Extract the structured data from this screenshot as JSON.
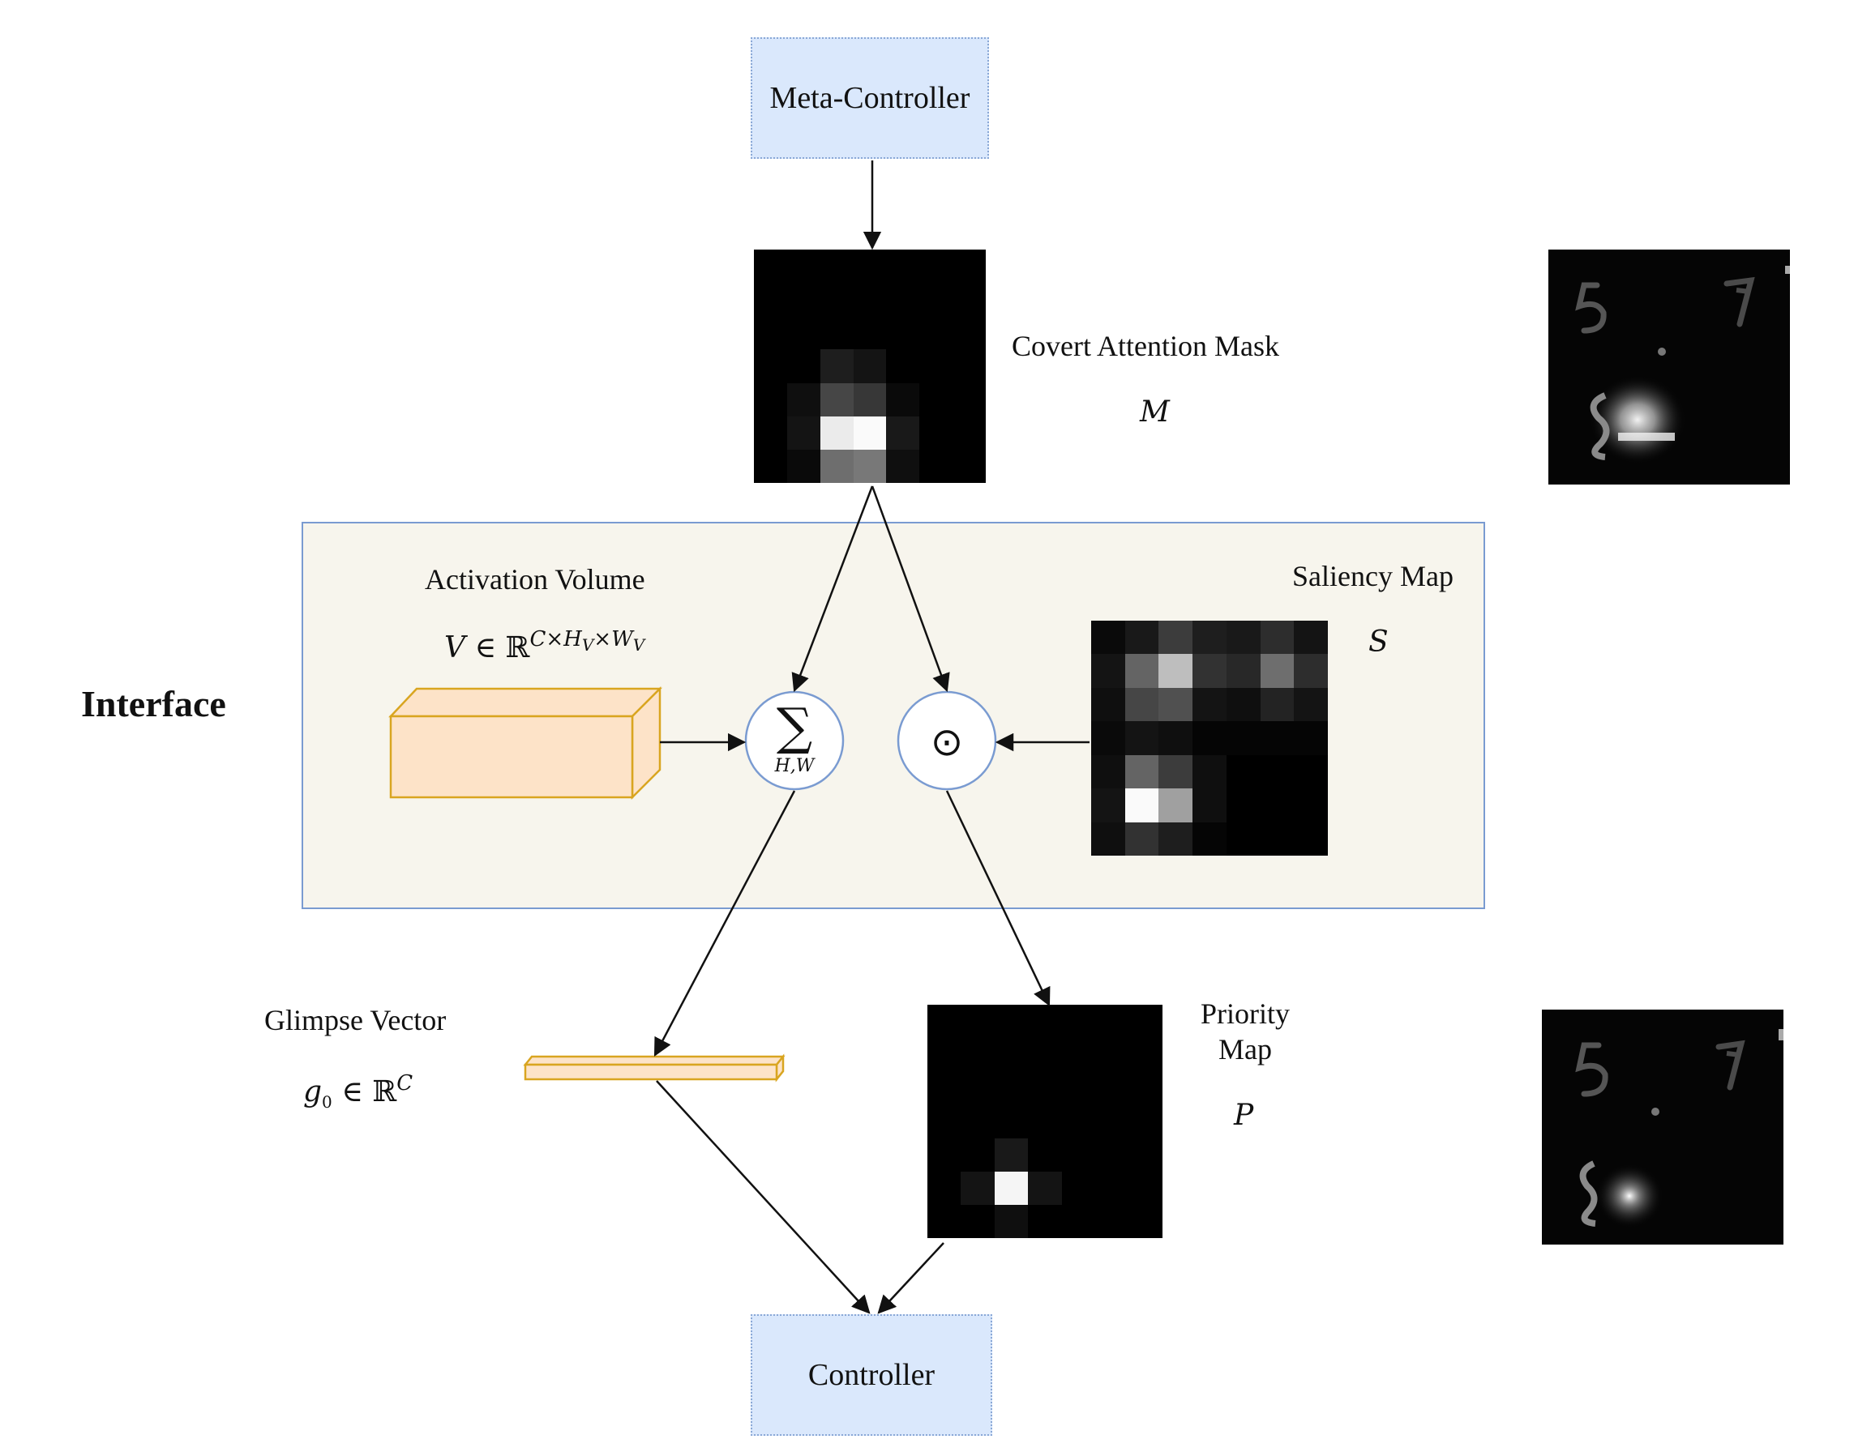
{
  "diagram": {
    "meta_controller": "Meta-Controller",
    "controller": "Controller",
    "interface_title": "Interface",
    "covert_mask": {
      "title": "Covert Attention Mask",
      "symbol": "M"
    },
    "saliency": {
      "title": "Saliency Map",
      "symbol": "S"
    },
    "activation": {
      "title": "Activation Volume",
      "expr_var": "V",
      "expr_rel": "∈ ℝ",
      "expr_sup": "C×H",
      "expr_sub1": "V",
      "expr_x": "×W",
      "expr_sub2": "V"
    },
    "glimpse": {
      "title": "Glimpse Vector",
      "expr_var": "g",
      "expr_sub": "0",
      "expr_rel": "∈ ℝ",
      "expr_sup": "C"
    },
    "priority": {
      "title_line1": "Priority",
      "title_line2": "Map",
      "symbol": "P"
    },
    "sum_op": {
      "symbol": "∑",
      "subscript": "H,W"
    },
    "hadamard_op": {
      "symbol": "⊙"
    }
  },
  "heatmaps": {
    "mask_grid": [
      [
        0,
        0,
        0,
        0,
        0,
        0,
        0
      ],
      [
        0,
        0,
        0,
        0,
        0,
        0,
        0
      ],
      [
        0,
        0,
        0,
        0,
        0,
        0,
        0
      ],
      [
        0,
        0,
        30,
        20,
        0,
        0,
        0
      ],
      [
        0,
        15,
        70,
        55,
        10,
        0,
        0
      ],
      [
        0,
        20,
        235,
        250,
        25,
        0,
        0
      ],
      [
        0,
        10,
        110,
        120,
        15,
        0,
        0
      ]
    ],
    "saliency_grid": [
      [
        10,
        25,
        60,
        30,
        25,
        45,
        20
      ],
      [
        20,
        100,
        190,
        50,
        40,
        110,
        45
      ],
      [
        15,
        70,
        80,
        20,
        15,
        35,
        20
      ],
      [
        10,
        20,
        15,
        5,
        5,
        5,
        5
      ],
      [
        15,
        100,
        60,
        15,
        0,
        0,
        0
      ],
      [
        20,
        250,
        160,
        15,
        0,
        0,
        0
      ],
      [
        15,
        50,
        30,
        5,
        0,
        0,
        0
      ]
    ],
    "priority_grid": [
      [
        0,
        0,
        0,
        0,
        0,
        0,
        0
      ],
      [
        0,
        0,
        0,
        0,
        0,
        0,
        0
      ],
      [
        0,
        0,
        0,
        0,
        0,
        0,
        0
      ],
      [
        0,
        0,
        0,
        0,
        0,
        0,
        0
      ],
      [
        0,
        0,
        25,
        0,
        0,
        0,
        0
      ],
      [
        0,
        20,
        245,
        20,
        0,
        0,
        0
      ],
      [
        0,
        0,
        15,
        0,
        0,
        0,
        0
      ]
    ]
  },
  "colors": {
    "node_fill": "#dae8fc",
    "node_border": "#8aa8d6",
    "panel_fill": "#f7f5ed",
    "panel_border": "#7a9bd1",
    "volume_fill": "#fde3c8",
    "volume_stroke": "#d9a520",
    "operator_stroke": "#7a9bd1"
  }
}
